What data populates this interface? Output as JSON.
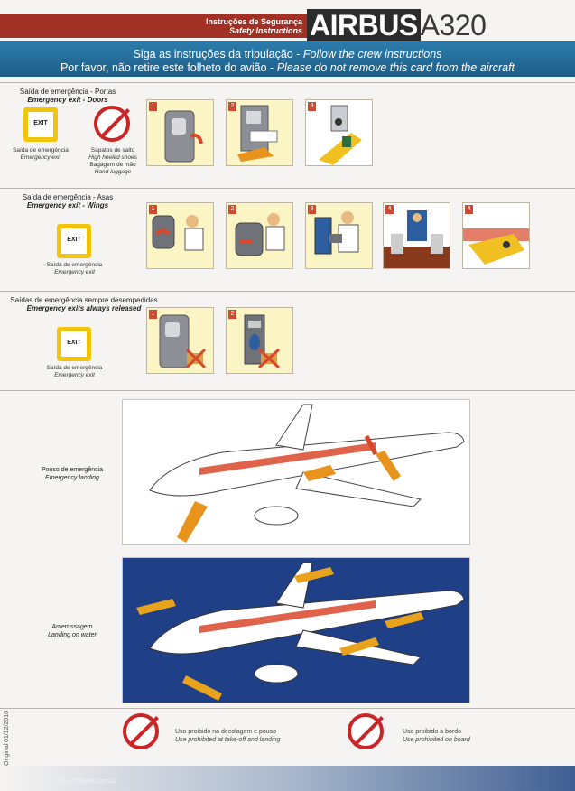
{
  "header": {
    "title_pt": "Instruções de Segurança",
    "title_en": "Safety Instructions",
    "brand": "AIRBUS",
    "model": "A320",
    "line1_pt": "Siga as instruções da tripulação - ",
    "line1_en": "Follow the crew instructions",
    "line2_pt": "Por favor, não retire este folheto do avião - ",
    "line2_en": "Please do not remove this card from the aircraft"
  },
  "doors": {
    "title_pt": "Saída de emergência - Portas",
    "title_en": "Emergency exit - Doors",
    "exit_label": "EXIT",
    "exit_cap_pt": "Saída de emergência",
    "exit_cap_en": "Emergency exit",
    "shoes_pt": "Sapatos de salto",
    "shoes_en": "High heeled shoes",
    "luggage_pt": "Bagagem de mão",
    "luggage_en": "Hand luggage",
    "steps": [
      "1",
      "2",
      "3"
    ]
  },
  "wings": {
    "title_pt": "Saída de emergência - Asas",
    "title_en": "Emergency exit - Wings",
    "exit_label": "EXIT",
    "exit_cap_pt": "Saída de emergência",
    "exit_cap_en": "Emergency exit",
    "steps": [
      "1",
      "2",
      "3",
      "4",
      "4"
    ]
  },
  "released": {
    "title_pt": "Saídas de emergência sempre desempedidas",
    "title_en": "Emergency exits always released",
    "exit_label": "EXIT",
    "exit_cap_pt": "Saída de emergência",
    "exit_cap_en": "Emergency exit",
    "steps": [
      "1",
      "2"
    ]
  },
  "landing": {
    "label_pt": "Pouso de emergência",
    "label_en": "Emergency landing"
  },
  "water": {
    "label_pt": "Amerrissagem",
    "label_en": "Landing on water"
  },
  "prohibited": {
    "takeoff_pt": "Uso proibido na decolagem e pouso",
    "takeoff_en": "Use prohibited at take-off and landing",
    "board_pt": "Uso proibido a bordo",
    "board_en": "Use prohibited on board"
  },
  "footer": {
    "original": "Original 01/12/2010",
    "url": "www.whitejets.com.br"
  },
  "colors": {
    "red": "#a33024",
    "blue": "#1d5e88",
    "exit_yellow": "#f2c40a",
    "slide_orange": "#e8941c",
    "sea": "#1f3f86"
  }
}
